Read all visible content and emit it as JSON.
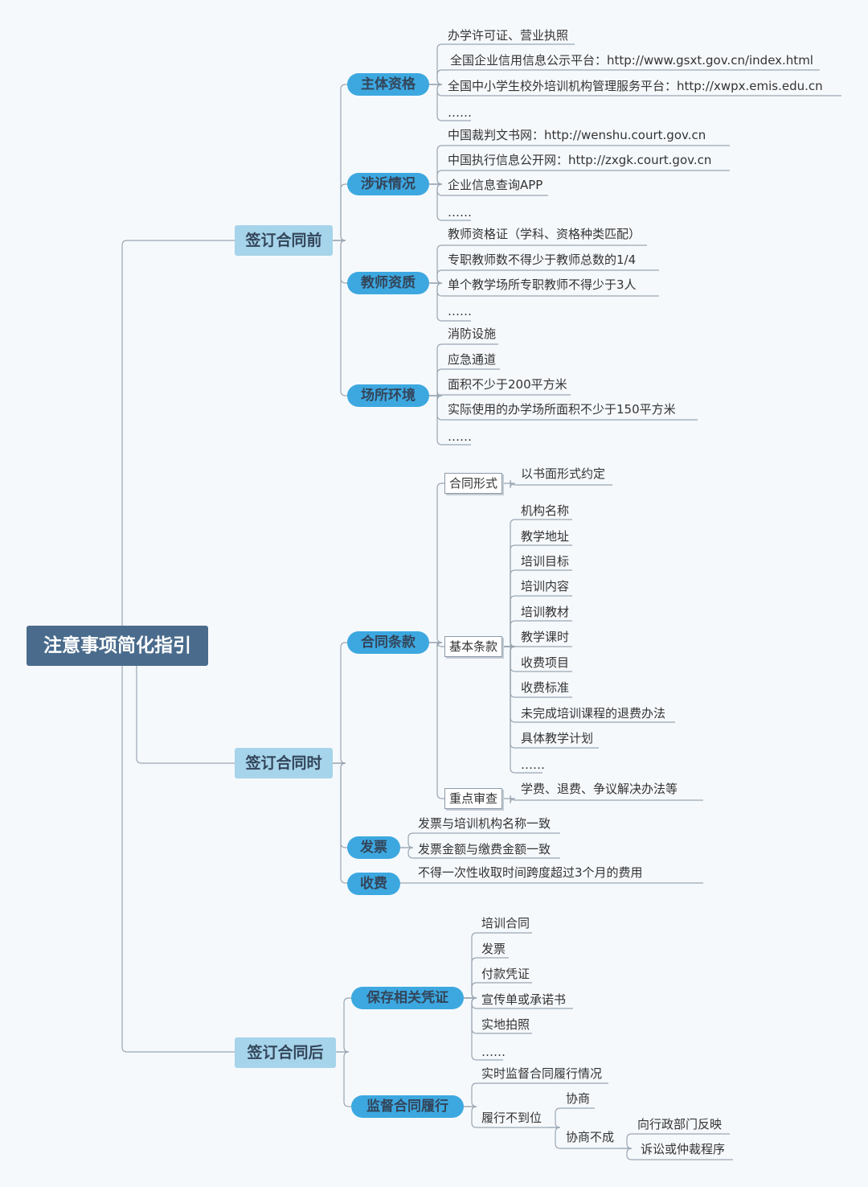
{
  "root": "注意事项简化指引",
  "before": {
    "title": "签订合同前",
    "qualification": {
      "title": "主体资格",
      "items": [
        "办学许可证、营业执照",
        "全国企业信用信息公示平台：http://www.gsxt.gov.cn/index.html",
        "全国中小学生校外培训机构管理服务平台：http://xwpx.emis.edu.cn",
        "……"
      ]
    },
    "litigation": {
      "title": "涉诉情况",
      "items": [
        "中国裁判文书网：http://wenshu.court.gov.cn",
        "中国执行信息公开网：http://zxgk.court.gov.cn",
        "企业信息查询APP",
        "……"
      ]
    },
    "teachers": {
      "title": "教师资质",
      "items": [
        "教师资格证（学科、资格种类匹配）",
        "专职教师数不得少于教师总数的1/4",
        "单个教学场所专职教师不得少于3人",
        "……"
      ]
    },
    "venue": {
      "title": "场所环境",
      "items": [
        "消防设施",
        "应急通道",
        "面积不少于200平方米",
        "实际使用的办学场所面积不少于150平方米",
        "……"
      ]
    }
  },
  "during": {
    "title": "签订合同时",
    "terms": {
      "title": "合同条款",
      "form": {
        "title": "合同形式",
        "items": [
          "以书面形式约定"
        ]
      },
      "basic": {
        "title": "基本条款",
        "items": [
          "机构名称",
          "教学地址",
          "培训目标",
          "培训内容",
          "培训教材",
          "教学课时",
          "收费项目",
          "收费标准",
          "未完成培训课程的退费办法",
          "具体教学计划",
          "……"
        ]
      },
      "key": {
        "title": "重点审查",
        "items": [
          "学费、退费、争议解决办法等"
        ]
      }
    },
    "invoice": {
      "title": "发票",
      "items": [
        "发票与培训机构名称一致",
        "发票金额与缴费金额一致"
      ]
    },
    "fees": {
      "title": "收费",
      "items": [
        "不得一次性收取时间跨度超过3个月的费用"
      ]
    }
  },
  "after": {
    "title": "签订合同后",
    "keep": {
      "title": "保存相关凭证",
      "items": [
        "培训合同",
        "发票",
        "付款凭证",
        "宣传单或承诺书",
        "实地拍照",
        "……"
      ]
    },
    "supervise": {
      "title": "监督合同履行",
      "realtime": "实时监督合同履行情况",
      "breach": {
        "title": "履行不到位",
        "negotiate": "协商",
        "failed": {
          "title": "协商不成",
          "items": [
            "向行政部门反映",
            "诉讼或仲裁程序"
          ]
        }
      }
    }
  },
  "colors": {
    "root": "#4a6b8c",
    "level1": "#a6d4ea",
    "level2": "#3da8e0",
    "line": "#9aa6b2",
    "background": "#f6f9fc"
  }
}
